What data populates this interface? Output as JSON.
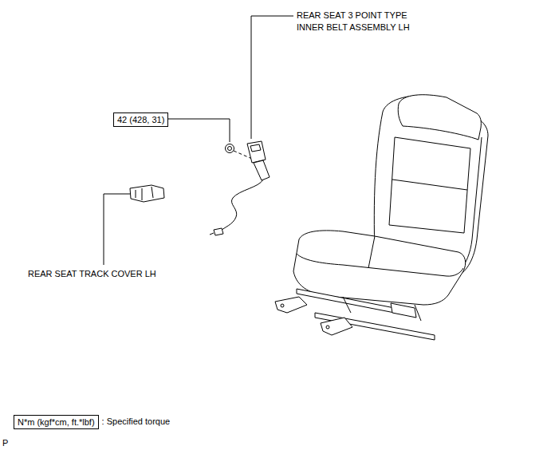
{
  "diagram": {
    "nodes": [
      {
        "text": [
          "42 (428, 31)"
        ]
      },
      {
        "text": [
          "N*m (kgf*cm, ft.*lbf)"
        ]
      }
    ],
    "labels": [
      "REAR SEAT 3 POINT TYPE INNER BELT ASSEMBLY LH",
      "REAR SEAT TRACK COVER LH",
      ": Specified torque",
      "P"
    ]
  }
}
